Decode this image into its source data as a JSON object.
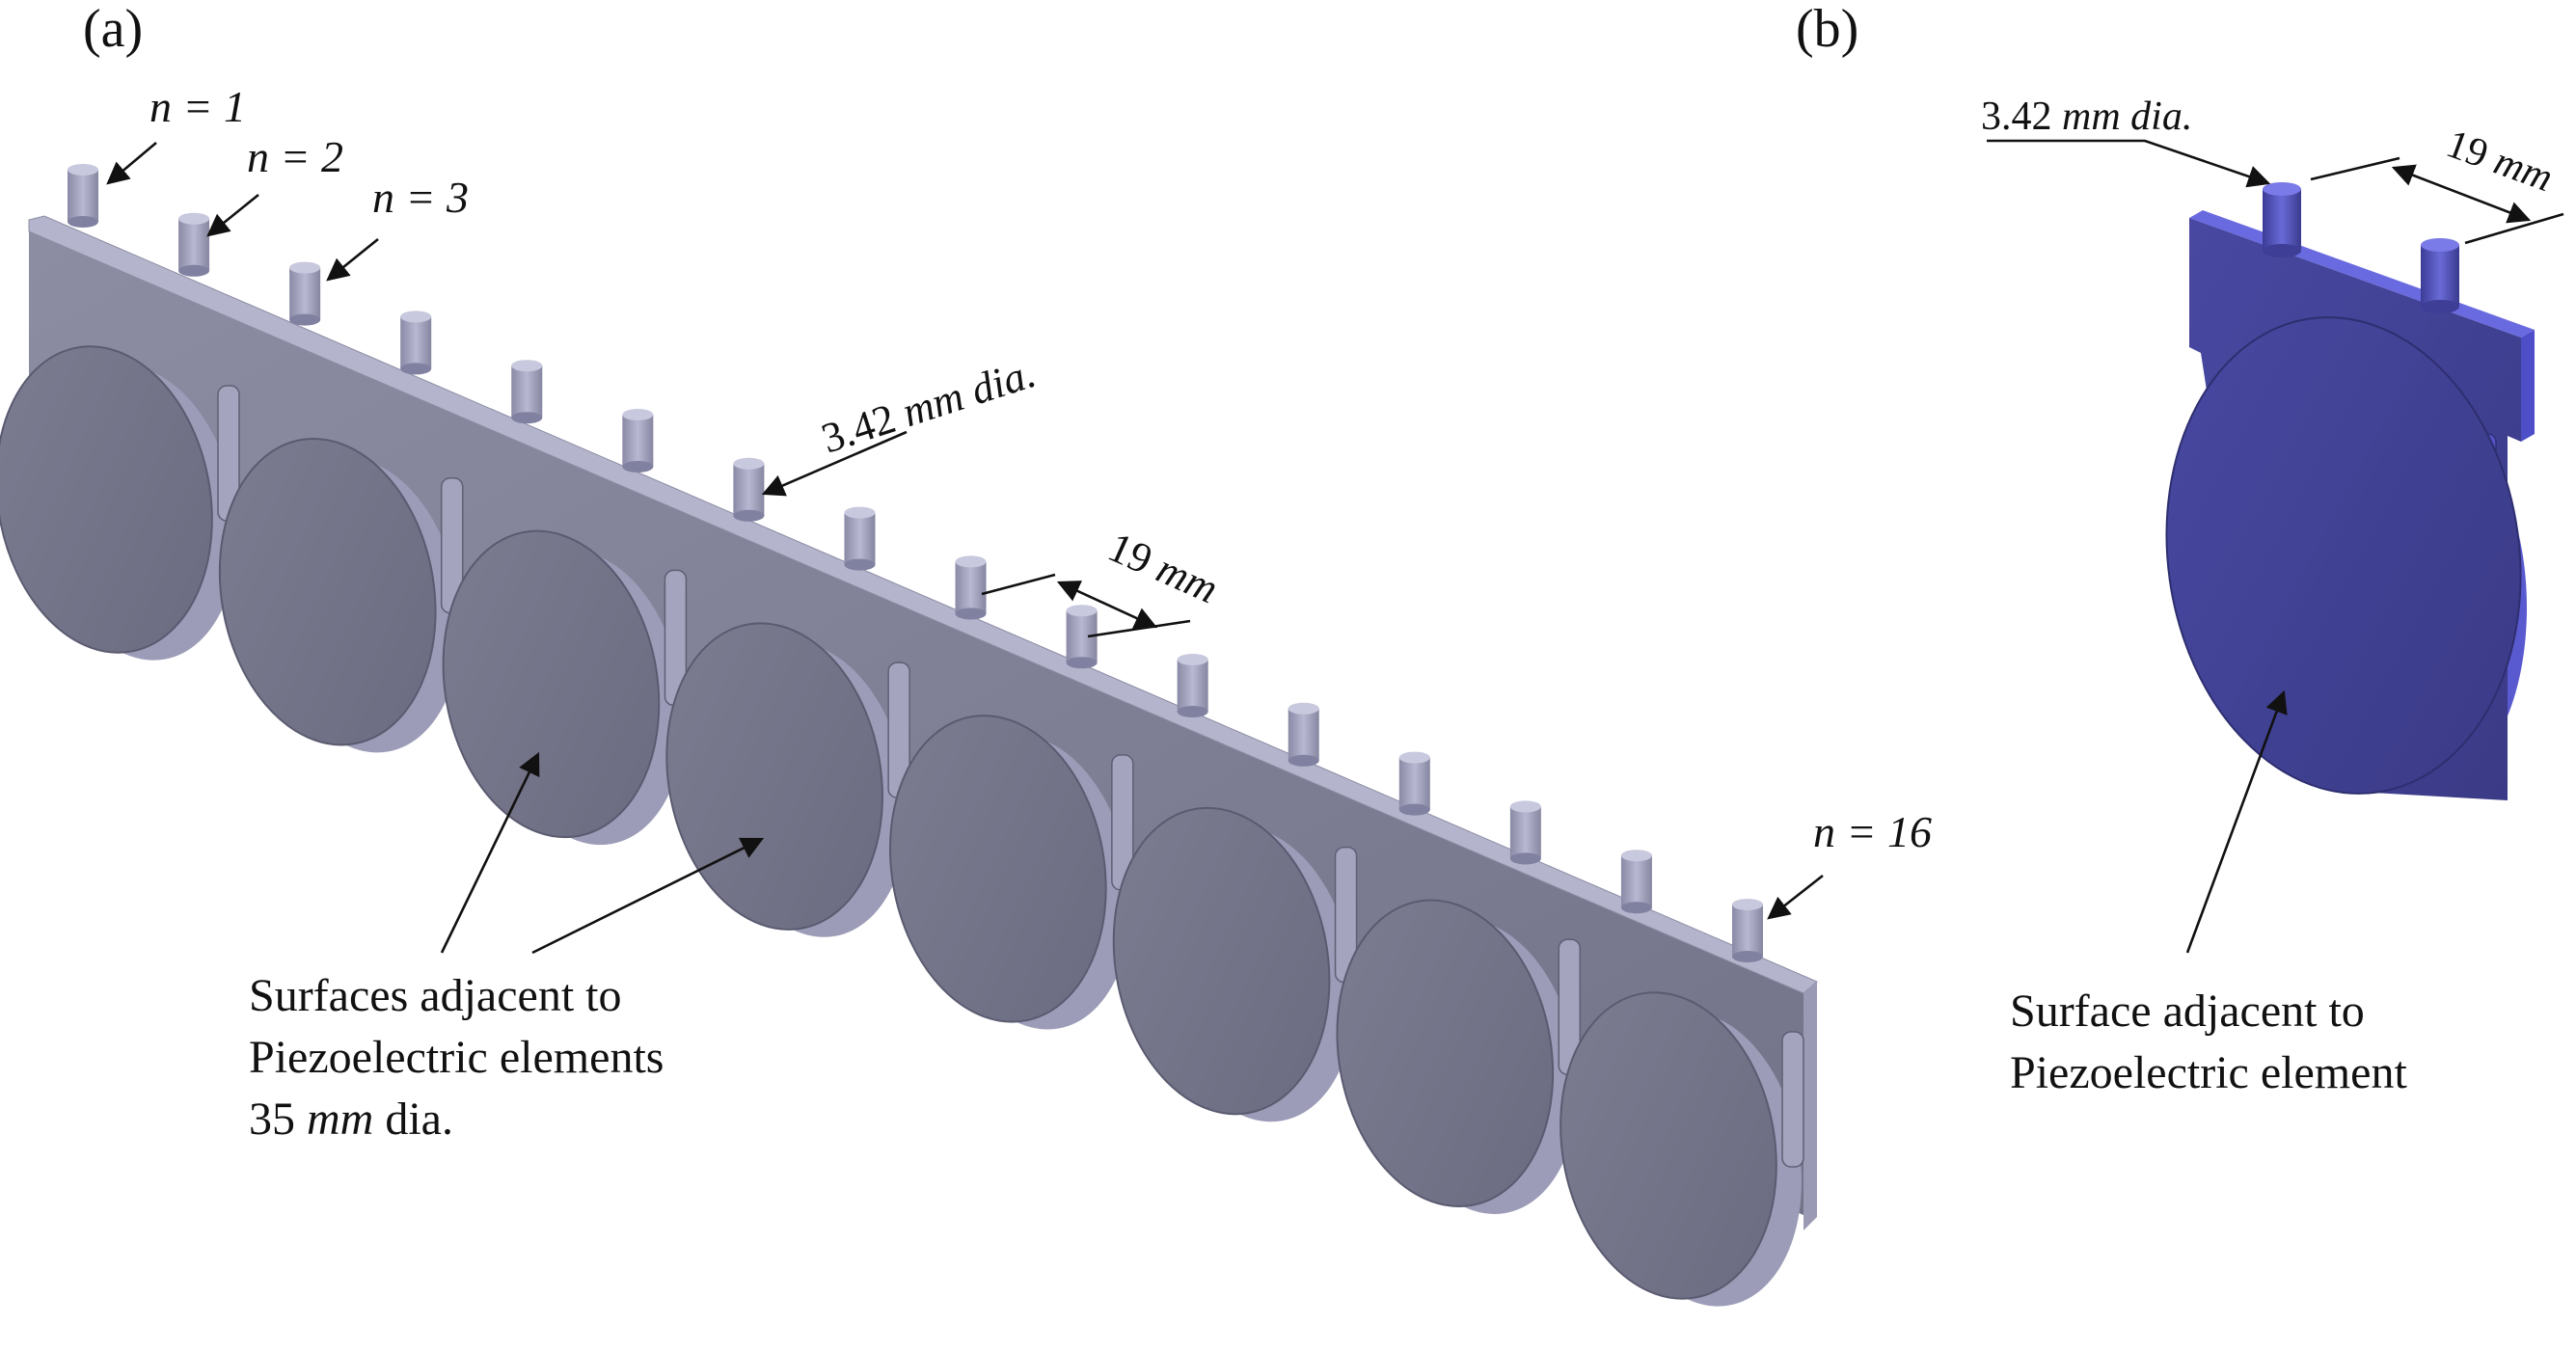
{
  "panels": {
    "a": {
      "label": "(a)",
      "instance_labels": [
        {
          "n": "1",
          "text": "n = 1"
        },
        {
          "n": "2",
          "text": "n = 2"
        },
        {
          "n": "3",
          "text": "n = 3"
        },
        {
          "n": "16",
          "text": "n = 16"
        }
      ],
      "pin_diameter": {
        "value": "3.42",
        "unit": "mm",
        "suffix": "dia."
      },
      "pin_spacing": {
        "value": "19",
        "unit": "mm"
      },
      "surfaces_note": {
        "line1": "Surfaces adjacent to",
        "line2": "Piezoelectric elements",
        "line3_value": "35",
        "line3_unit": "mm",
        "line3_suffix": "dia."
      },
      "pin_count": 16,
      "disc_count": 8,
      "color": "#7e7e94",
      "top_color": "#b4b4cc"
    },
    "b": {
      "label": "(b)",
      "pin_diameter": {
        "value": "3.42",
        "unit": "mm",
        "suffix": "dia."
      },
      "pin_spacing": {
        "value": "19",
        "unit": "mm"
      },
      "surface_note": {
        "line1": "Surface adjacent to",
        "line2": "Piezoelectric element"
      },
      "color": "#3f3f8f",
      "side_color": "#5a5ad0"
    }
  }
}
